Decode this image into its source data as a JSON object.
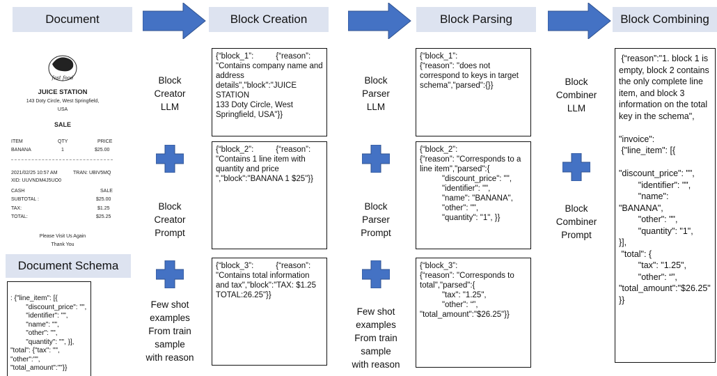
{
  "headers": {
    "document": "Document",
    "block_creation": "Block Creation",
    "block_parsing": "Block Parsing",
    "block_combining": "Block Combining"
  },
  "receipt": {
    "logo_text": "fast food",
    "company": "JUICE STATION",
    "address1": "143 Doty Circle, West Springfield,",
    "address2": "USA",
    "sale": "SALE",
    "col_item": "ITEM",
    "col_qty": "QTY",
    "col_price": "PRICE",
    "item_name": "BANANA",
    "item_qty": "1",
    "item_price": "$25.00",
    "datetime": "2021/02/25  10:57 AM",
    "tran": "TRAN: UBIV5MQ",
    "xid": "XID: UUVNDM4J5UO0",
    "cash": "CASH",
    "cash_val": "SALE",
    "subtotal": "SUBTOTAL :",
    "subtotal_val": "$25.00",
    "tax": "TAX:",
    "tax_val": "$1.25",
    "total": "TOTAL:",
    "total_val": "$25.25",
    "footer1": "Please Visit Us Again",
    "footer2": "Thank You"
  },
  "schema": {
    "title": "Document Schema",
    "text": ": {\"line_item\": [{\n        \"discount_price\": \"\",\n        \"identifier\": \"\",\n        \"name\": \"\",\n        \"other\": \"\",\n        \"quantity\": \"\", }],\n\"total\": {\"tax\": \"\",\n\"other\":\"\",\n\"total_amount\":\"\"}}"
  },
  "labels": {
    "creator_llm": "Block\nCreator\nLLM",
    "creator_prompt": "Block\nCreator\nPrompt",
    "creator_fewshot": "Few shot\nexamples\nFrom train\nsample\nwith reason",
    "parser_llm": "Block\nParser\nLLM",
    "parser_prompt": "Block\nParser\nPrompt",
    "parser_fewshot": "Few shot\nexamples\nFrom train\nsample\nwith reason",
    "combiner_llm": "Block\nCombiner\nLLM",
    "combiner_prompt": "Block\nCombiner\nPrompt"
  },
  "creation_blocks": [
    "{“block_1”:          {“reason”: \"Contains company name and address details\",\"block\":\"JUICE STATION\n133 Doty Circle, West Springfield, USA\"}}",
    "{“block_2”:          {“reason”: \"Contains 1 line item with quantity and price \",\"block\":\"BANANA 1 $25\"}}",
    "{“block_3”:          {“reason”: \"Contains total information and tax\",\"block\":\"TAX: $1.25 TOTAL:26.25\"}}"
  ],
  "parsing_blocks": [
    "{“block_1”:\n{“reason”: \"does not correspond to keys in target schema\",\"parsed\":{}}",
    "{“block_2”:\n{“reason”: \"Corresponds to a line item\",\"parsed\":{\n          \"discount_price\": \"\",\n          \"identifier\": \"\",\n          \"name\": \"BANANA\",\n          \"other\": \"\",\n          \"quantity\": \"1\", }}",
    "{“block_3”:\n{“reason”: \"Corresponds to total\",\"parsed\":{\n          \"tax\": \"1.25\",\n          \"other\": “”,\n\"total_amount\":\"$26.25\"}}"
  ],
  "combining_text": " {“reason”:\"1. block 1 is empty, block 2 contains the only complete line item, and block 3 information on the total key in the schema\",\n\n\"invoice\":\n {\"line_item\": [{\n\n\"discount_price\": \"\",\n        \"identifier\": \"\",\n        \"name\":\n\"BANANA\",\n        \"other\": \"\",\n        \"quantity\": \"1\",\n}],\n \"total\": {\n        \"tax\": \"1.25\",\n        \"other\": “”,\n\"total_amount\":\"$26.25\"}}",
  "colors": {
    "header_bg": "#dde3f0",
    "arrow": "#4472c4",
    "plus": "#4472c4"
  }
}
